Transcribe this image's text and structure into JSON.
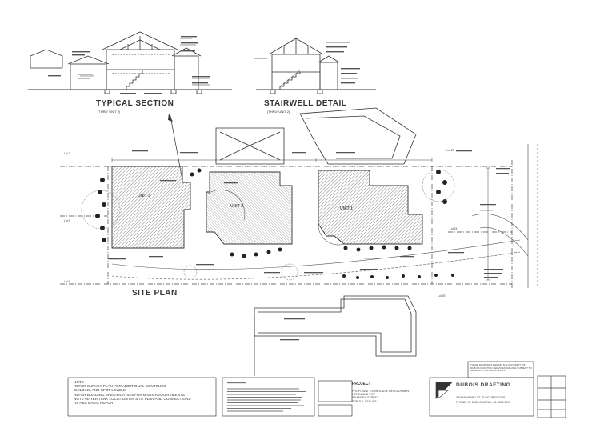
{
  "drawing": {
    "section_title": "TYPICAL SECTION",
    "section_subtitle": "(THRU' UNIT 2)",
    "stair_title": "STAIRWELL DETAIL",
    "stair_subtitle": "(THRU' UNIT 2)",
    "site_title": "SITE PLAN",
    "unit_labels": [
      "UNIT 3",
      "UNIT 2",
      "UNIT 1"
    ],
    "lot_labels": [
      "Lot 2",
      "Lot 5",
      "Lot 6",
      "Lot 23",
      "Lot 24",
      "Lot 25"
    ]
  },
  "title_block": {
    "notes_heading": "NOTE",
    "notes": [
      "REFER SURVEY PLAN FOR ADDITIONAL CONTOURS",
      "BUILDING AND SPOT LEVELS",
      "REFER BUILDING SPECIFICATION FOR BASIX REQUIREMENTS",
      "NOTE WATER TANK LOCATION ON SITE PLAN AND CONNECTIONS",
      "AS PER BASIX REPORT"
    ],
    "project_label": "PROJECT",
    "project_lines": [
      "PROPOSED TOWNHOUSE DEVELOPMENT",
      "LOT 24 AND 5 DP",
      "8 KAMARA STREET",
      "FOR D & J ELLIOT"
    ],
    "company_name": "DUBOIS DRAFTING",
    "company_address": "3/64 MANNING ST, TUNCURRY 2428",
    "company_contact": "PHONE: 02 6555 4740   FAX: 02 6555 6574",
    "copyright_note": "THESE DRAWINGS REMAIN THE PROPERTY OF DUBOIS DRAFTING SERVICES AND ARE SUBJECT TO RELEVANT COPYRIGHT LAWS"
  }
}
